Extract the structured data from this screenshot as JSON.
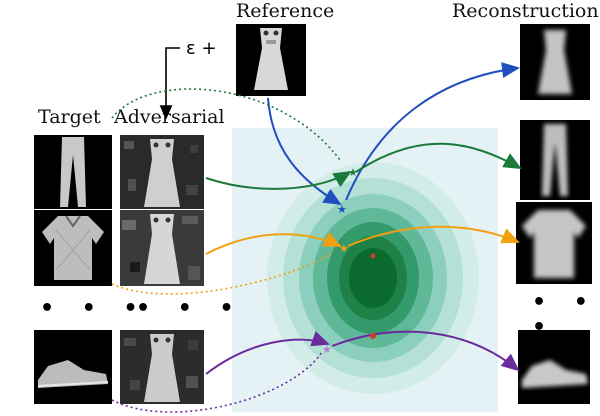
{
  "labels": {
    "reference": "Reference",
    "reconstruction": "Reconstruction",
    "target": "Target",
    "adversarial": "Adversarial",
    "epsilon": "ε +",
    "ellipsis_left_target": "• • •",
    "ellipsis_left_adversarial": "• • •",
    "ellipsis_right": "• • •"
  },
  "images": {
    "reference": "dress",
    "targets": [
      "trousers",
      "shirt",
      "sneaker"
    ],
    "adversarials": [
      "noisy-dress",
      "noisy-dress",
      "noisy-dress"
    ],
    "reconstructions": [
      "dress-blurred",
      "trousers-blurred",
      "shirt-blurred",
      "sneaker-blurred"
    ]
  },
  "colors": {
    "reference_path": "#1f4fbf",
    "trousers_path": "#1a7a3a",
    "shirt_path": "#f0a010",
    "sneaker_path": "#6a2c9c",
    "latent_bg": "#e4f1f5",
    "latent_core": "#0b6b2e",
    "latent_outer": "#c9e8e2",
    "red_marker": "#d23a2a"
  }
}
